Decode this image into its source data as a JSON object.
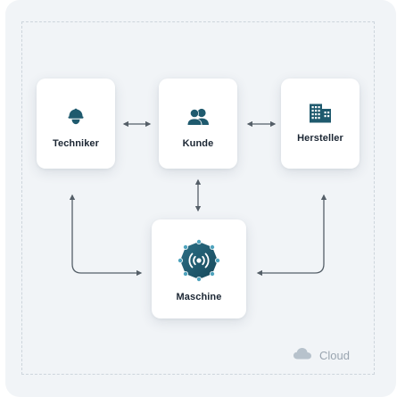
{
  "nodes": {
    "techniker": {
      "label": "Techniker",
      "icon": "hardhat-worker-icon"
    },
    "kunde": {
      "label": "Kunde",
      "icon": "users-icon"
    },
    "hersteller": {
      "label": "Hersteller",
      "icon": "building-icon"
    },
    "maschine": {
      "label": "Maschine",
      "icon": "machine-sensor-icon"
    }
  },
  "footer": {
    "label": "Cloud",
    "icon": "cloud-icon"
  },
  "colors": {
    "panel": "#f1f4f7",
    "accent": "#1f5a6e",
    "connector": "#555f68",
    "muted": "#9aa5b0"
  }
}
